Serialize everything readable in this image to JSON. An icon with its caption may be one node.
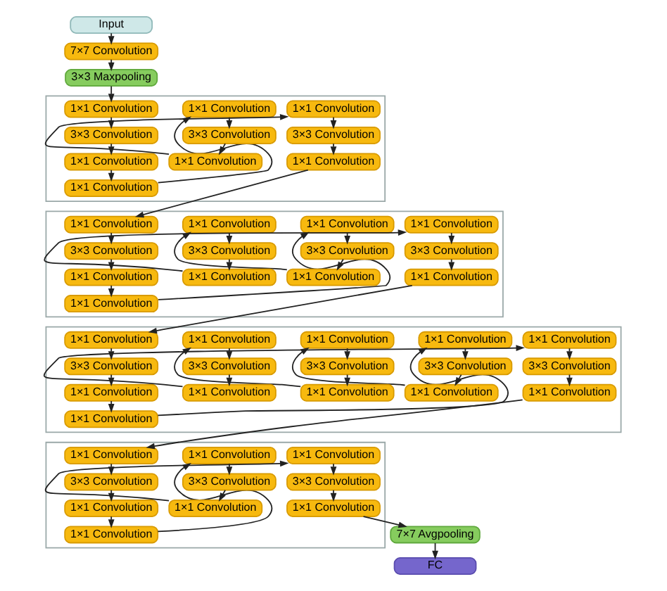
{
  "diagram": {
    "nodes": [
      {
        "text": [
          "Input"
        ]
      },
      {
        "text": [
          "7×7 Convolution"
        ]
      },
      {
        "text": [
          "3×3 Maxpooling"
        ]
      },
      {
        "text": [],
        "shape": "box"
      },
      {
        "text": [
          "1×1 Convolution"
        ],
        "in": 3
      },
      {
        "text": [
          "3×3 Convolution"
        ],
        "in": 3
      },
      {
        "text": [
          "1×1 Convolution"
        ],
        "in": 3
      },
      {
        "text": [
          "1×1 Convolution"
        ],
        "in": 3
      },
      {
        "text": [
          "1×1 Convolution"
        ],
        "in": 3
      },
      {
        "text": [
          "3×3 Convolution"
        ],
        "in": 3
      },
      {
        "text": [
          "1×1 Convolution"
        ],
        "in": 3
      },
      {
        "text": [
          "1×1 Convolution"
        ],
        "in": 3
      },
      {
        "text": [
          "3×3 Convolution"
        ],
        "in": 3
      },
      {
        "text": [
          "1×1 Convolution"
        ],
        "in": 3
      },
      {
        "text": [],
        "shape": "box"
      },
      {
        "text": [
          "1×1 Convolution"
        ],
        "in": 14
      },
      {
        "text": [
          "3×3 Convolution"
        ],
        "in": 14
      },
      {
        "text": [
          "1×1 Convolution"
        ],
        "in": 14
      },
      {
        "text": [
          "1×1 Convolution"
        ],
        "in": 14
      },
      {
        "text": [
          "1×1 Convolution"
        ],
        "in": 14
      },
      {
        "text": [
          "3×3 Convolution"
        ],
        "in": 14
      },
      {
        "text": [
          "1×1 Convolution"
        ],
        "in": 14
      },
      {
        "text": [
          "1×1 Convolution"
        ],
        "in": 14
      },
      {
        "text": [
          "3×3 Convolution"
        ],
        "in": 14
      },
      {
        "text": [
          "1×1 Convolution"
        ],
        "in": 14
      },
      {
        "text": [
          "1×1 Convolution"
        ],
        "in": 14
      },
      {
        "text": [
          "3×3 Convolution"
        ],
        "in": 14
      },
      {
        "text": [
          "1×1 Convolution"
        ],
        "in": 14
      },
      {
        "text": [],
        "shape": "box"
      },
      {
        "text": [
          "1×1 Convolution"
        ],
        "in": 28
      },
      {
        "text": [
          "3×3 Convolution"
        ],
        "in": 28
      },
      {
        "text": [
          "1×1 Convolution"
        ],
        "in": 28
      },
      {
        "text": [
          "1×1 Convolution"
        ],
        "in": 28
      },
      {
        "text": [
          "1×1 Convolution"
        ],
        "in": 28
      },
      {
        "text": [
          "3×3 Convolution"
        ],
        "in": 28
      },
      {
        "text": [
          "1×1 Convolution"
        ],
        "in": 28
      },
      {
        "text": [
          "1×1 Convolution"
        ],
        "in": 28
      },
      {
        "text": [
          "3×3 Convolution"
        ],
        "in": 28
      },
      {
        "text": [
          "1×1 Convolution"
        ],
        "in": 28
      },
      {
        "text": [
          "1×1 Convolution"
        ],
        "in": 28
      },
      {
        "text": [
          "3×3 Convolution"
        ],
        "in": 28
      },
      {
        "text": [
          "1×1 Convolution"
        ],
        "in": 28
      },
      {
        "text": [
          "1×1 Convolution"
        ],
        "in": 28
      },
      {
        "text": [
          "3×3 Convolution"
        ],
        "in": 28
      },
      {
        "text": [
          "1×1 Convolution"
        ],
        "in": 28
      },
      {
        "text": [],
        "shape": "box"
      },
      {
        "text": [
          "1×1 Convolution"
        ],
        "in": 45
      },
      {
        "text": [
          "3×3 Convolution"
        ],
        "in": 45
      },
      {
        "text": [
          "1×1 Convolution"
        ],
        "in": 45
      },
      {
        "text": [
          "1×1 Convolution"
        ],
        "in": 45
      },
      {
        "text": [
          "1×1 Convolution"
        ],
        "in": 45
      },
      {
        "text": [
          "3×3 Convolution"
        ],
        "in": 45
      },
      {
        "text": [
          "1×1 Convolution"
        ],
        "in": 45
      },
      {
        "text": [
          "1×1 Convolution"
        ],
        "in": 45
      },
      {
        "text": [
          "3×3 Convolution"
        ],
        "in": 45
      },
      {
        "text": [
          "1×1 Convolution"
        ],
        "in": 45
      },
      {
        "text": [
          "7×7 Avgpooling"
        ]
      },
      {
        "text": [
          "FC"
        ]
      }
    ],
    "edges": [
      {
        "from": 0,
        "to": 1,
        "arrow": "to"
      },
      {
        "from": 1,
        "to": 2,
        "arrow": "to"
      },
      {
        "from": 2,
        "to": 4,
        "arrow": "to"
      },
      {
        "from": 4,
        "to": 5,
        "arrow": "to"
      },
      {
        "from": 5,
        "to": 6,
        "arrow": "to"
      },
      {
        "from": 6,
        "to": 7,
        "arrow": "to"
      },
      {
        "from": 7,
        "to": 8,
        "arrow": "to"
      },
      {
        "from": 8,
        "to": 9,
        "arrow": "to"
      },
      {
        "from": 9,
        "to": 10,
        "arrow": "to"
      },
      {
        "from": 10,
        "to": 11,
        "arrow": "to"
      },
      {
        "from": 11,
        "to": 12,
        "arrow": "to"
      },
      {
        "from": 12,
        "to": 13,
        "arrow": "to"
      },
      {
        "from": 13,
        "to": 15,
        "arrow": "to"
      },
      {
        "from": 15,
        "to": 16,
        "arrow": "to"
      },
      {
        "from": 16,
        "to": 17,
        "arrow": "to"
      },
      {
        "from": 17,
        "to": 18,
        "arrow": "to"
      },
      {
        "from": 18,
        "to": 19,
        "arrow": "to"
      },
      {
        "from": 19,
        "to": 20,
        "arrow": "to"
      },
      {
        "from": 20,
        "to": 21,
        "arrow": "to"
      },
      {
        "from": 21,
        "to": 22,
        "arrow": "to"
      },
      {
        "from": 22,
        "to": 23,
        "arrow": "to"
      },
      {
        "from": 23,
        "to": 24,
        "arrow": "to"
      },
      {
        "from": 24,
        "to": 25,
        "arrow": "to"
      },
      {
        "from": 25,
        "to": 26,
        "arrow": "to"
      },
      {
        "from": 26,
        "to": 27,
        "arrow": "to"
      },
      {
        "from": 27,
        "to": 29,
        "arrow": "to"
      },
      {
        "from": 29,
        "to": 30,
        "arrow": "to"
      },
      {
        "from": 30,
        "to": 31,
        "arrow": "to"
      },
      {
        "from": 31,
        "to": 32,
        "arrow": "to"
      },
      {
        "from": 32,
        "to": 33,
        "arrow": "to"
      },
      {
        "from": 33,
        "to": 34,
        "arrow": "to"
      },
      {
        "from": 34,
        "to": 35,
        "arrow": "to"
      },
      {
        "from": 35,
        "to": 36,
        "arrow": "to"
      },
      {
        "from": 36,
        "to": 37,
        "arrow": "to"
      },
      {
        "from": 37,
        "to": 38,
        "arrow": "to"
      },
      {
        "from": 38,
        "to": 39,
        "arrow": "to"
      },
      {
        "from": 39,
        "to": 40,
        "arrow": "to"
      },
      {
        "from": 40,
        "to": 41,
        "arrow": "to"
      },
      {
        "from": 41,
        "to": 42,
        "arrow": "to"
      },
      {
        "from": 42,
        "to": 43,
        "arrow": "to"
      },
      {
        "from": 43,
        "to": 44,
        "arrow": "to"
      },
      {
        "from": 44,
        "to": 46,
        "arrow": "to"
      },
      {
        "from": 46,
        "to": 47,
        "arrow": "to"
      },
      {
        "from": 47,
        "to": 48,
        "arrow": "to"
      },
      {
        "from": 48,
        "to": 49,
        "arrow": "to"
      },
      {
        "from": 49,
        "to": 50,
        "arrow": "to"
      },
      {
        "from": 50,
        "to": 51,
        "arrow": "to"
      },
      {
        "from": 51,
        "to": 52,
        "arrow": "to"
      },
      {
        "from": 52,
        "to": 53,
        "arrow": "to"
      },
      {
        "from": 53,
        "to": 54,
        "arrow": "to"
      },
      {
        "from": 54,
        "to": 55,
        "arrow": "to"
      },
      {
        "from": 55,
        "to": 56,
        "arrow": "to"
      },
      {
        "from": 56,
        "to": 57,
        "arrow": "to"
      }
    ]
  }
}
